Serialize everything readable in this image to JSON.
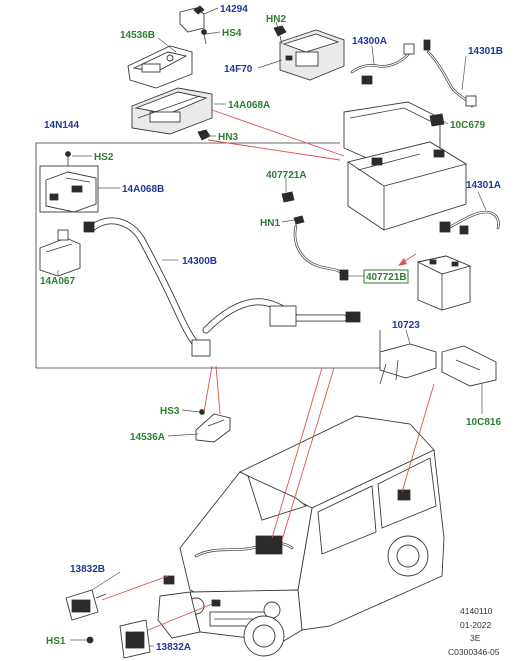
{
  "labels": {
    "p14294": "14294",
    "p14536B": "14536B",
    "pHS4": "HS4",
    "pHN2": "HN2",
    "p14F70": "14F70",
    "p14300A": "14300A",
    "p14301B": "14301B",
    "p14A068A": "14A068A",
    "pHN3": "HN3",
    "p10C679": "10C679",
    "p14N144": "14N144",
    "pHS2": "HS2",
    "p14A068B": "14A068B",
    "p407721A": "407721A",
    "p14301A": "14301A",
    "pHN1": "HN1",
    "p407721B": "407721B",
    "p14300B": "14300B",
    "p14A067": "14A067",
    "p10723": "10723",
    "pHS3": "HS3",
    "p14536A": "14536A",
    "p10C816": "10C816",
    "p13832B": "13832B",
    "pHS1": "HS1",
    "p13832A": "13832A"
  },
  "footer": {
    "line1": "4140110",
    "line2": "01-2022",
    "line3": "3E",
    "line4": "C0300346-05"
  },
  "colors": {
    "blue_label": "#1f3a93",
    "green_label": "#2e7d32",
    "highlight_arrow": "#d9534f"
  }
}
